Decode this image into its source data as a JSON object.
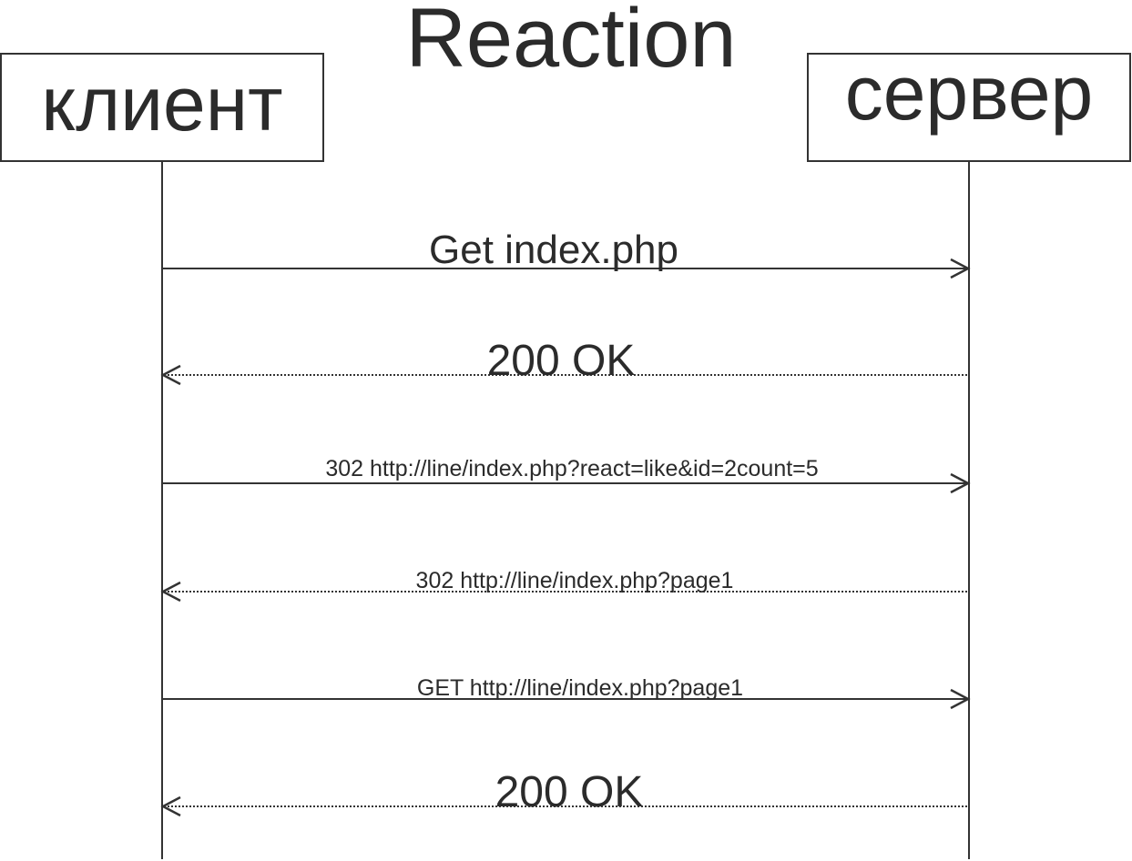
{
  "title": "Reaction",
  "actors": [
    {
      "id": "client",
      "label": "клиент"
    },
    {
      "id": "server",
      "label": "сервер"
    }
  ],
  "messages": [
    {
      "from": "client",
      "to": "server",
      "style": "solid",
      "label": "Get index.php"
    },
    {
      "from": "server",
      "to": "client",
      "style": "dashed",
      "label": "200 OK"
    },
    {
      "from": "client",
      "to": "server",
      "style": "solid",
      "label": "302 http://line/index.php?react=like&id=2count=5"
    },
    {
      "from": "server",
      "to": "client",
      "style": "dashed",
      "label": "302 http://line/index.php?page1"
    },
    {
      "from": "client",
      "to": "server",
      "style": "solid",
      "label": "GET http://line/index.php?page1"
    },
    {
      "from": "server",
      "to": "client",
      "style": "dashed",
      "label": "200 OK"
    }
  ]
}
